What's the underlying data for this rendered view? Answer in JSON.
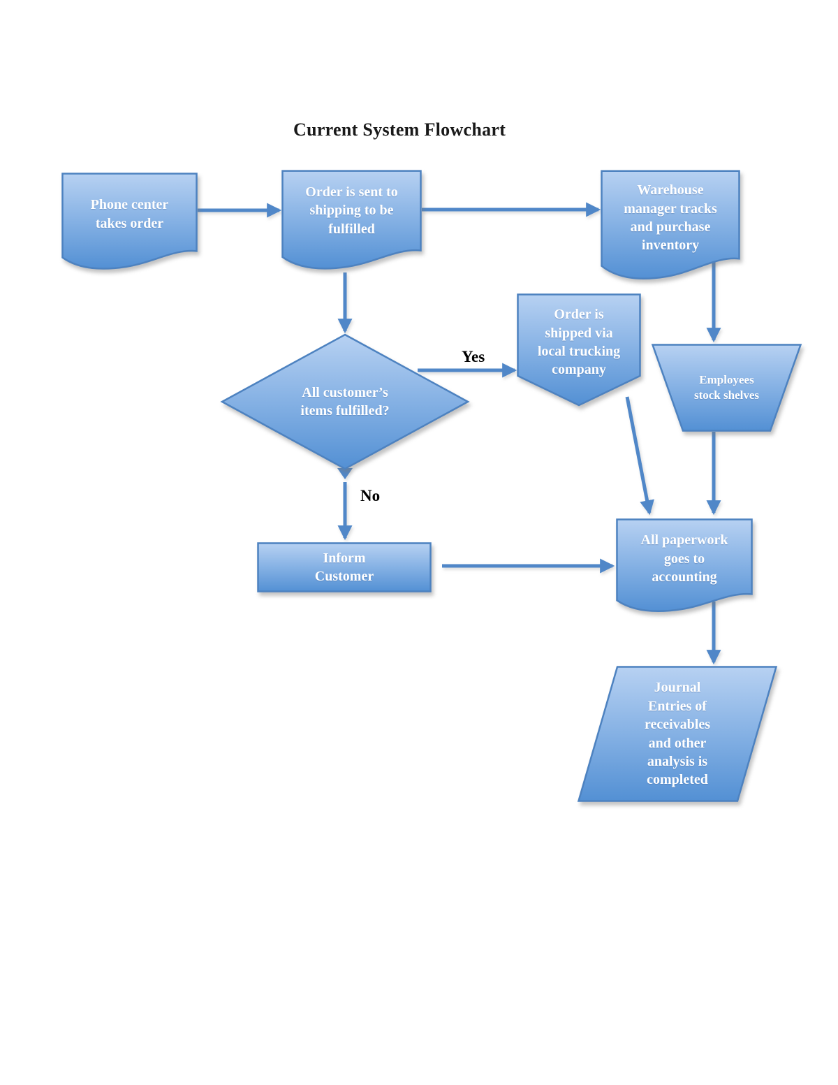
{
  "title": "Current System Flowchart",
  "nodes": {
    "phone_center": {
      "label": "Phone center takes order",
      "shape": "document"
    },
    "order_sent": {
      "label": "Order is sent to shipping to be fulfilled",
      "shape": "document"
    },
    "warehouse": {
      "label": "Warehouse manager tracks and purchase inventory",
      "shape": "document"
    },
    "items_fulfilled": {
      "label": "All customer’s items fulfilled?",
      "shape": "decision-diamond"
    },
    "order_shipped": {
      "label": "Order is shipped via local trucking company",
      "shape": "off-page-connector"
    },
    "employees_stock": {
      "label": "Employees stock shelves",
      "shape": "manual-operation-trapezoid"
    },
    "inform_customer": {
      "label": "Inform Customer",
      "shape": "process-rectangle"
    },
    "paperwork": {
      "label": "All paperwork goes to accounting",
      "shape": "document"
    },
    "journal_entries": {
      "label": "Journal Entries of receivables and other analysis is completed",
      "shape": "data-parallelogram"
    }
  },
  "edge_labels": {
    "yes": "Yes",
    "no": "No"
  },
  "colors": {
    "shape_fill_top": "#b7d1f2",
    "shape_fill_bottom": "#5390d4",
    "shape_border": "#4d82c0",
    "arrow": "#5087c8",
    "node_text": "#ffffff",
    "edge_label_text": "#000000",
    "title_text": "#191919",
    "background": "#ffffff"
  }
}
